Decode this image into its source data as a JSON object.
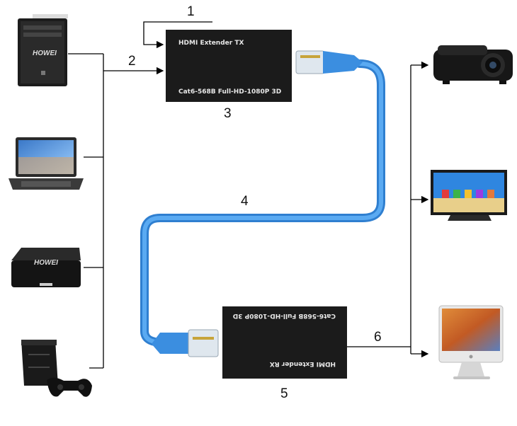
{
  "tx": {
    "title": "HDMI Extender TX",
    "spec": "Cat6-568B Full-HD-1080P 3D"
  },
  "rx": {
    "title": "HDMI Extender RX",
    "spec": "Cat6-568B Full-HD-1080P 3D"
  },
  "callouts": {
    "n1": "1",
    "n2": "2",
    "n3": "3",
    "n4": "4",
    "n5": "5",
    "n6": "6"
  },
  "brands": {
    "pc_tower": "HOWEI",
    "media_box": "HOWEI"
  },
  "sources": [
    "pc-tower-icon",
    "laptop-icon",
    "media-box-icon",
    "game-console-icon"
  ],
  "displays": [
    "projector-icon",
    "tv-icon",
    "monitor-icon"
  ],
  "colors": {
    "cable": "#3b8ee0",
    "device": "#1b1b1b",
    "line": "#000000"
  }
}
